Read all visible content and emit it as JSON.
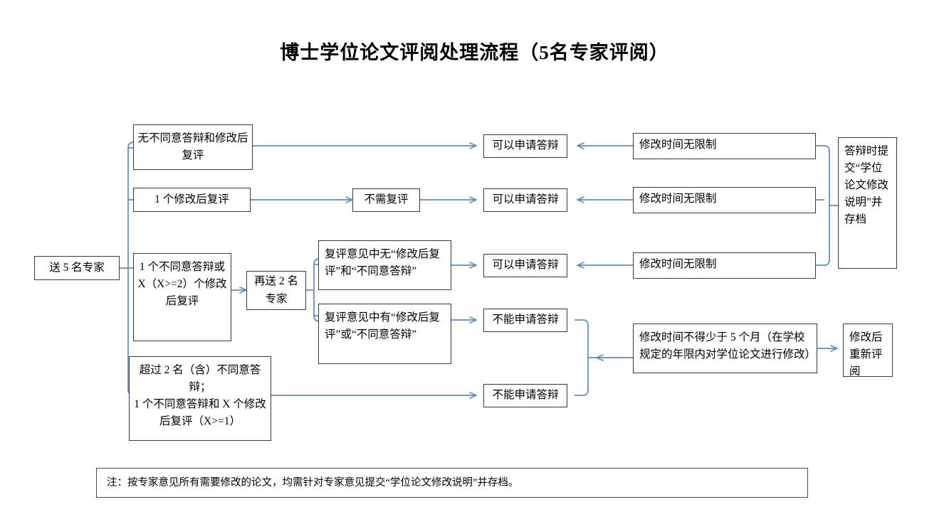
{
  "title": "博士学位论文评阅处理流程（5名专家评阅）",
  "nodes": {
    "start": "送 5 名专家",
    "branch_none": "无不同意答辩和修改后复评",
    "branch_one_revise": "1 个修改后复评",
    "branch_one_disagree": "1 个不同意答辩或 X（X>=2）个修改后复评",
    "branch_over_two": "超过 2 名（含）不同意答辩；\n1 个不同意答辩和 X 个修改后复评（X>=1）",
    "no_rereview": "不需复评",
    "resend_two": "再送 2 名专家",
    "review_clean": "复评意见中无“修改后复评”和“不同意答辩”",
    "review_dirty": "复评意见中有“修改后复评”或“不同意答辩”",
    "can_apply_1": "可以申请答辩",
    "can_apply_2": "可以申请答辩",
    "can_apply_3": "可以申请答辩",
    "cannot_apply_1": "不能申请答辩",
    "cannot_apply_2": "不能申请答辩",
    "unlimited_time_1": "修改时间无限制",
    "unlimited_time_2": "修改时间无限制",
    "unlimited_time_3": "修改时间无限制",
    "submit_statement": "答辩时提交“学位论文修改说明”并存档",
    "five_months": "修改时间不得少于 5 个月（在学校规定的年限内对学位论文进行修改）",
    "re_review": "修改后重新评阅"
  },
  "footer_note": "注：按专家意见所有需要修改的论文，均需针对专家意见提交“学位论文修改说明”并存档。",
  "colors": {
    "connector": "#5b8cc0",
    "node_border": "#3a3a3a",
    "text": "#000000",
    "background": "#ffffff"
  }
}
